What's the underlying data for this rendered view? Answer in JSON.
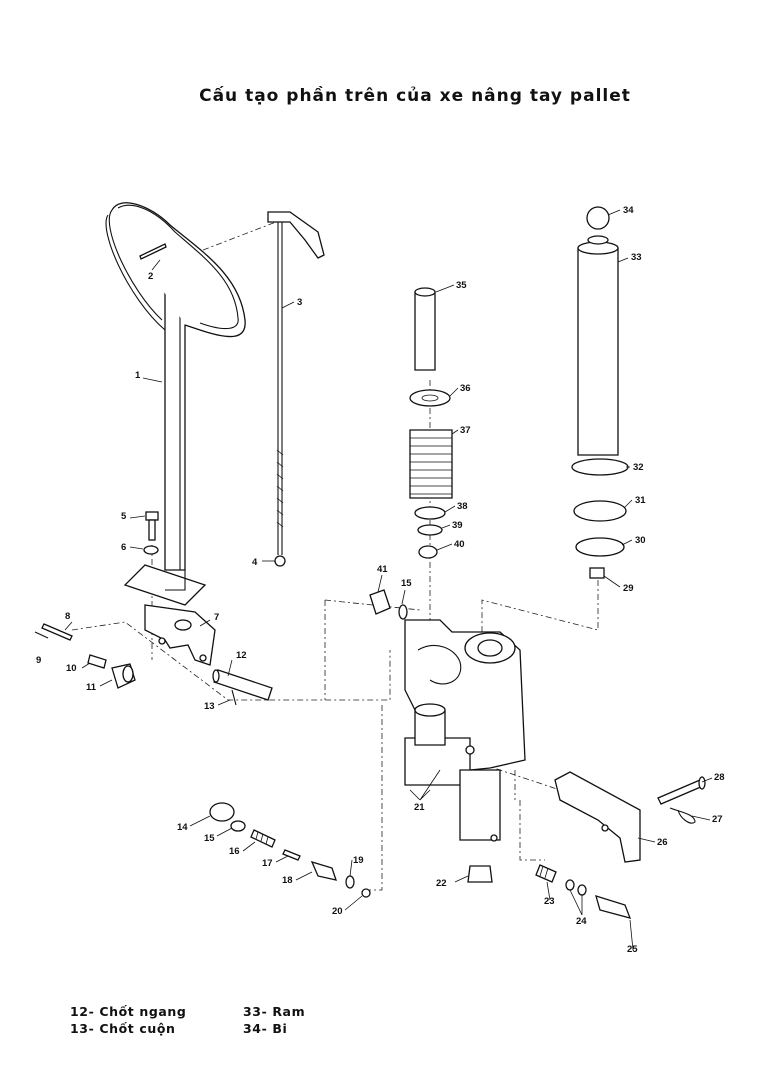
{
  "title": "Cấu tạo phần trên của xe nâng tay pallet",
  "part_numbers": [
    "1",
    "2",
    "3",
    "4",
    "5",
    "6",
    "7",
    "8",
    "9",
    "10",
    "11",
    "12",
    "13",
    "14",
    "15",
    "15",
    "16",
    "17",
    "18",
    "19",
    "20",
    "21",
    "22",
    "23",
    "24",
    "25",
    "26",
    "27",
    "28",
    "29",
    "30",
    "31",
    "32",
    "33",
    "34",
    "35",
    "36",
    "37",
    "38",
    "39",
    "40",
    "41"
  ],
  "legend": {
    "left": [
      "12- Chốt ngang",
      "13- Chốt cuộn"
    ],
    "right": [
      "33- Ram",
      "34- Bi"
    ]
  }
}
